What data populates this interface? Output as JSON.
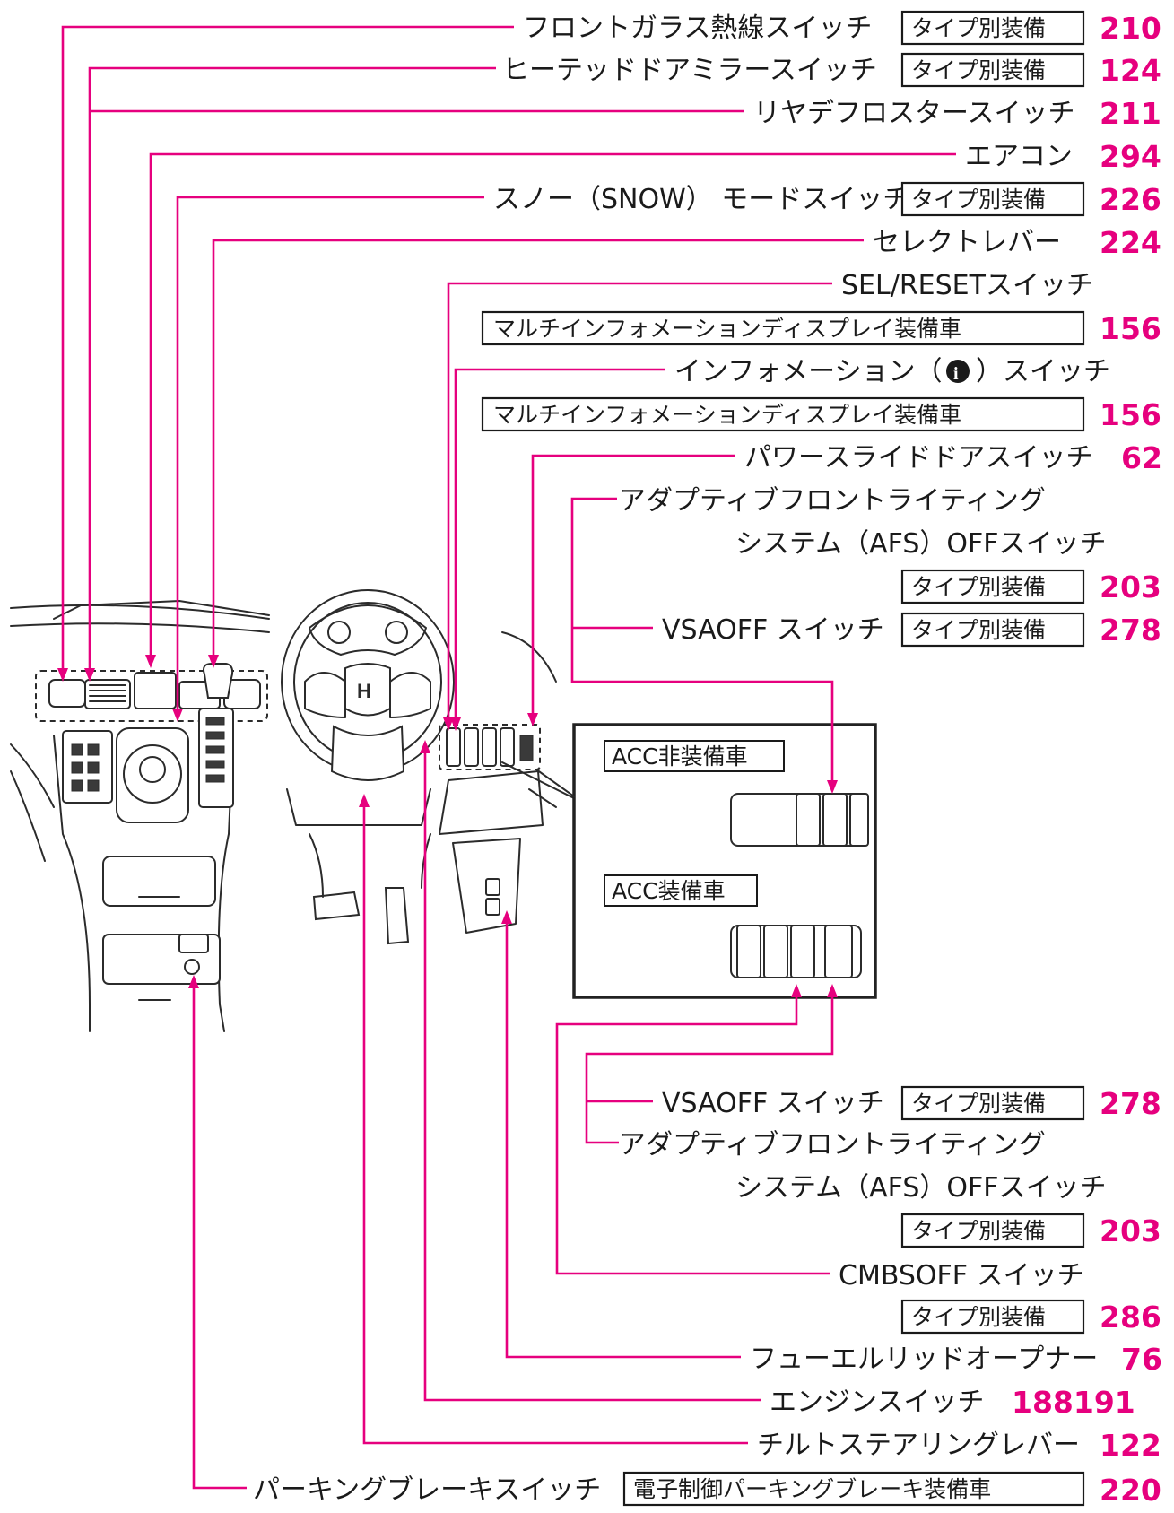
{
  "colors": {
    "accent": "#e6007e",
    "line": "#1a1a1a"
  },
  "callouts": [
    {
      "id": "windshield",
      "label": "フロントガラス熱線スイッチ",
      "tag": "タイプ別装備",
      "page": "210"
    },
    {
      "id": "mirror",
      "label": "ヒーテッドドアミラースイッチ",
      "tag": "タイプ別装備",
      "page": "124"
    },
    {
      "id": "rear-defrost",
      "label": "リヤデフロスタースイッチ",
      "tag": "",
      "page": "211"
    },
    {
      "id": "aircon",
      "label": "エアコン",
      "tag": "",
      "page": "294"
    },
    {
      "id": "snow",
      "label": "スノー（SNOW） モードスイッチ",
      "tag": "タイプ別装備",
      "page": "226"
    },
    {
      "id": "select-lever",
      "label": "セレクトレバー",
      "tag": "",
      "page": "224"
    },
    {
      "id": "sel-reset",
      "label": "SEL/RESETスイッチ",
      "tag": "マルチインフォメーションディスプレイ装備車",
      "page": "156"
    },
    {
      "id": "info",
      "label": "インフォメーション（",
      "label_suffix": "）スイッチ",
      "tag": "マルチインフォメーションディスプレイ装備車",
      "page": "156"
    },
    {
      "id": "slide-door",
      "label": "パワースライドドアスイッチ",
      "tag": "",
      "page": "62"
    },
    {
      "id": "afs-top",
      "label": "アダプティブフロントライティング",
      "label2": "システム（AFS）OFFスイッチ",
      "tag": "タイプ別装備",
      "page": "203"
    },
    {
      "id": "vsa-top",
      "label": "VSAOFF スイッチ",
      "tag": "タイプ別装備",
      "page": "278"
    },
    {
      "id": "vsa-bottom",
      "label": "VSAOFF スイッチ",
      "tag": "タイプ別装備",
      "page": "278"
    },
    {
      "id": "afs-bottom",
      "label": "アダプティブフロントライティング",
      "label2": "システム（AFS）OFFスイッチ",
      "tag": "タイプ別装備",
      "page": "203"
    },
    {
      "id": "cmbs",
      "label": "CMBSOFF スイッチ",
      "tag": "タイプ別装備",
      "page": "286"
    },
    {
      "id": "fuel-lid",
      "label": "フューエルリッドオープナー",
      "tag": "",
      "page": "76"
    },
    {
      "id": "engine",
      "label": "エンジンスイッチ",
      "tag": "",
      "page": "188191"
    },
    {
      "id": "tilt",
      "label": "チルトステアリングレバー",
      "tag": "",
      "page": "122"
    },
    {
      "id": "parking-brake",
      "label": "パーキングブレーキスイッチ",
      "tag": "電子制御パーキングブレーキ装備車",
      "page": "220"
    }
  ],
  "inset": {
    "non_acc_label": "ACC非装備車",
    "acc_label": "ACC装備車"
  }
}
